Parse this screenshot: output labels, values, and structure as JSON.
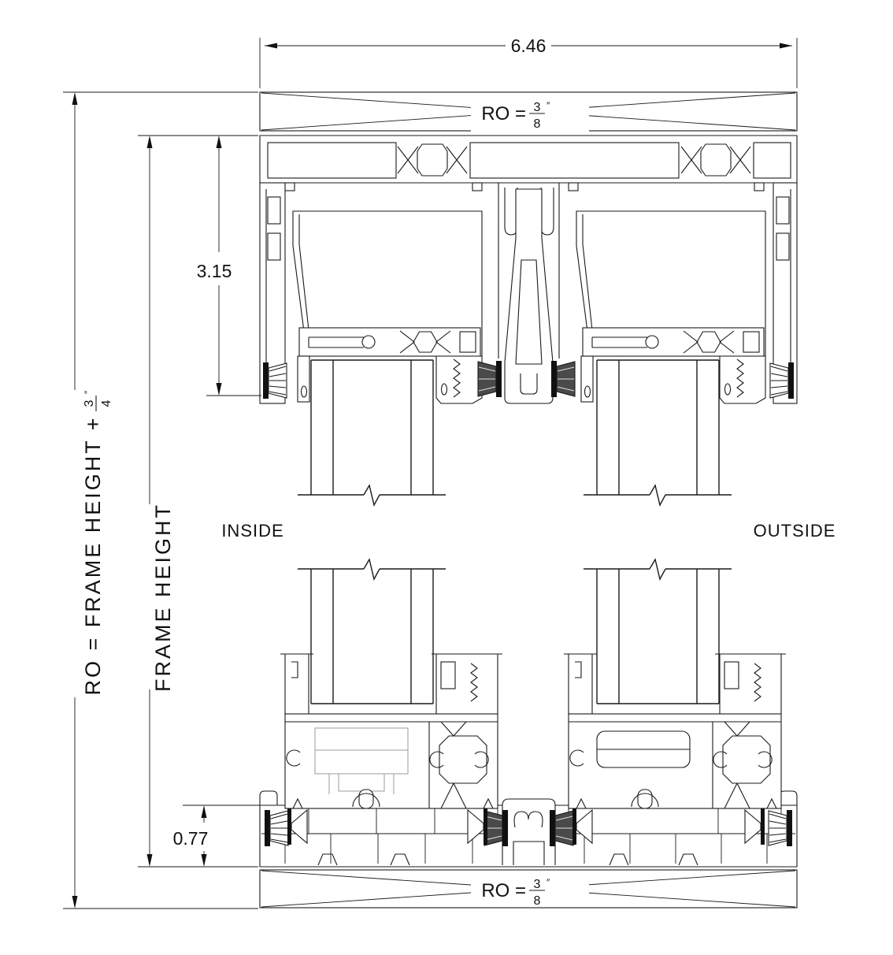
{
  "dims": {
    "width": "6.46",
    "head": "3.15",
    "sill": "0.77"
  },
  "ro": {
    "prefix": "RO = ",
    "num": "3",
    "den": "8",
    "inch": "″"
  },
  "vertical": {
    "frame_height": "FRAME HEIGHT",
    "formula_prefix": "RO = FRAME HEIGHT + ",
    "num": "3",
    "den": "4",
    "inch": "″"
  },
  "sides": {
    "inside": "INSIDE",
    "outside": "OUTSIDE"
  },
  "colors": {
    "line": "#1a1a1a",
    "hidden_line": "#9b9b9b",
    "background": "#ffffff"
  }
}
